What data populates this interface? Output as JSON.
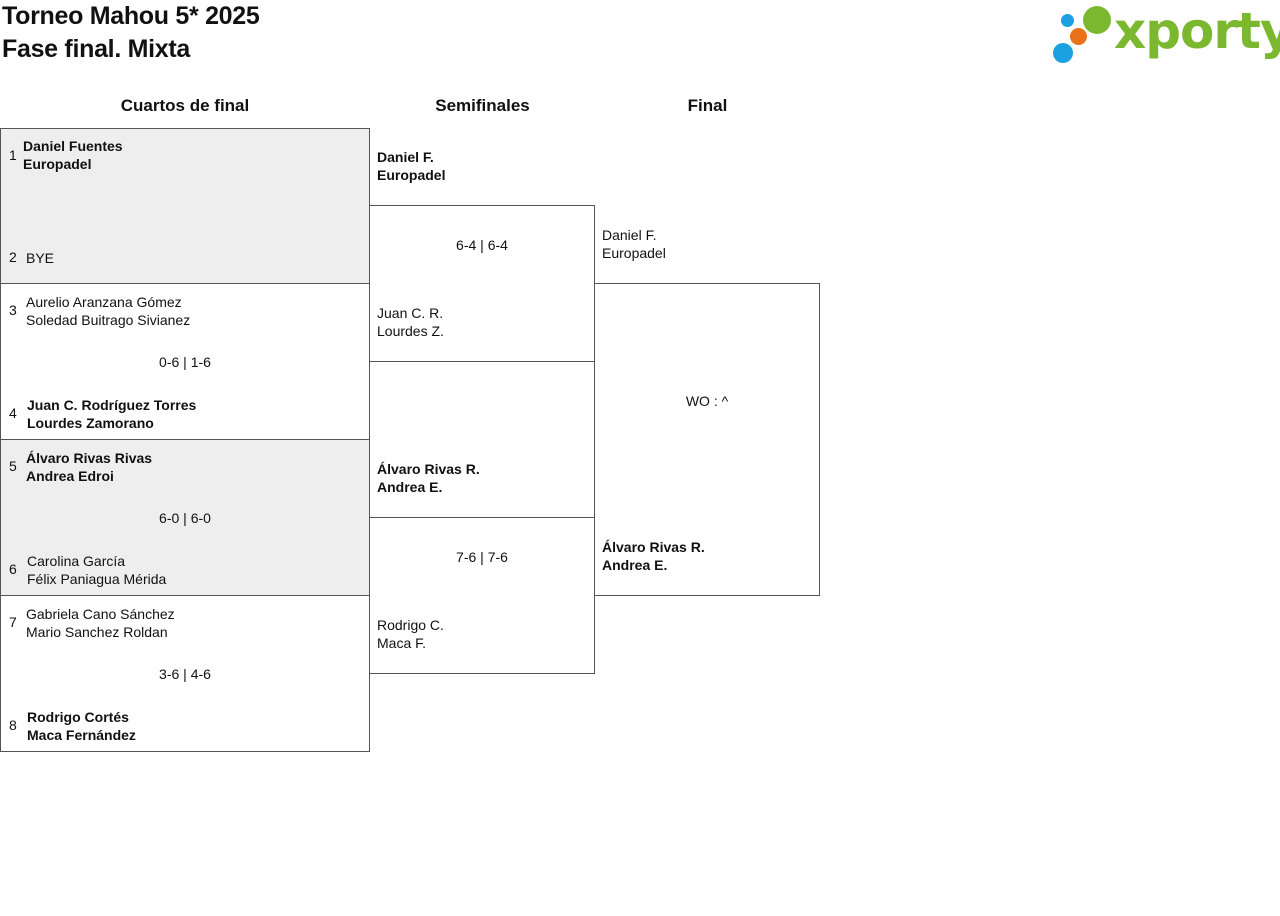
{
  "header": {
    "title_line1": "Torneo Mahou 5* 2025",
    "title_line2": "Fase final. Mixta",
    "logo_text": "xporty",
    "logo_colors": {
      "green": "#7cb82f",
      "blue": "#1ba1e2",
      "orange": "#e8711a"
    }
  },
  "rounds": [
    "Cuartos de final",
    "Semifinales",
    "Final"
  ],
  "quarterfinals": [
    {
      "p1": {
        "seed": "1",
        "line1": "Daniel Fuentes",
        "line2": "Europadel",
        "winner": true
      },
      "p2": {
        "seed": "2",
        "line1": "BYE",
        "line2": "",
        "winner": false
      },
      "score": ""
    },
    {
      "p1": {
        "seed": "3",
        "line1": "Aurelio Aranzana Gómez",
        "line2": "Soledad Buitrago Sivianez",
        "winner": false
      },
      "p2": {
        "seed": "4",
        "line1": "Juan C. Rodríguez Torres",
        "line2": "Lourdes Zamorano",
        "winner": true
      },
      "score": "0-6 | 1-6"
    },
    {
      "p1": {
        "seed": "5",
        "line1": "Álvaro Rivas Rivas",
        "line2": "Andrea Edroi",
        "winner": true
      },
      "p2": {
        "seed": "6",
        "line1": "Carolina García",
        "line2": "Félix Paniagua Mérida",
        "winner": false
      },
      "score": "6-0 | 6-0"
    },
    {
      "p1": {
        "seed": "7",
        "line1": "Gabriela Cano Sánchez",
        "line2": "Mario Sanchez Roldan",
        "winner": false
      },
      "p2": {
        "seed": "8",
        "line1": "Rodrigo Cortés",
        "line2": "Maca Fernández",
        "winner": true
      },
      "score": "3-6 | 4-6"
    }
  ],
  "semifinals": [
    {
      "p1": {
        "line1": "Daniel F.",
        "line2": "Europadel",
        "winner": true
      },
      "p2": {
        "line1": "Juan C. R.",
        "line2": "Lourdes Z.",
        "winner": false
      },
      "score": "6-4 | 6-4"
    },
    {
      "p1": {
        "line1": "Álvaro Rivas R.",
        "line2": "Andrea E.",
        "winner": true
      },
      "p2": {
        "line1": "Rodrigo C.",
        "line2": "Maca F.",
        "winner": false
      },
      "score": "7-6 | 7-6"
    }
  ],
  "final": {
    "p1": {
      "line1": "Daniel F.",
      "line2": "Europadel",
      "winner": false
    },
    "p2": {
      "line1": "Álvaro Rivas R.",
      "line2": "Andrea E.",
      "winner": true
    },
    "score": "WO : ^"
  }
}
